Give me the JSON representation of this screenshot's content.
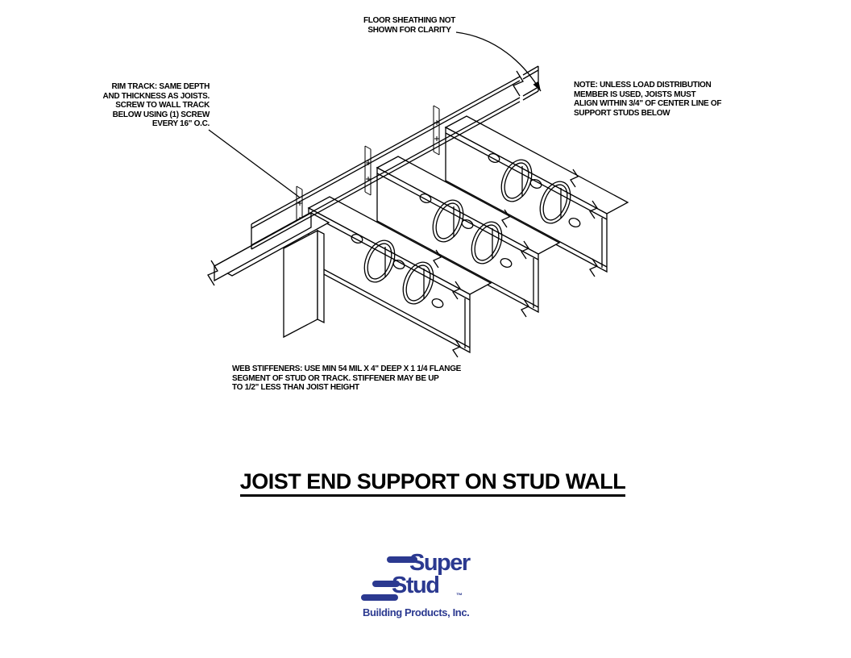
{
  "page": {
    "background": "#ffffff",
    "line_color": "#000000"
  },
  "title": {
    "text": "JOIST END SUPPORT ON STUD WALL"
  },
  "annotations": {
    "floor_sheathing": {
      "lines": [
        "FLOOR SHEATHING NOT",
        "SHOWN FOR CLARITY"
      ]
    },
    "rim_track": {
      "lines": [
        "RIM TRACK: SAME DEPTH",
        "AND THICKNESS AS JOISTS.",
        "SCREW TO WALL TRACK",
        "BELOW USING (1) SCREW",
        "EVERY 16\" O.C."
      ]
    },
    "load_distribution_note": {
      "lines": [
        "NOTE: UNLESS LOAD DISTRIBUTION",
        "MEMBER IS USED, JOISTS MUST",
        "ALIGN WITHIN 3/4\" OF CENTER LINE OF",
        "SUPPORT STUDS BELOW"
      ]
    },
    "web_stiffeners": {
      "lines": [
        "WEB STIFFENERS: USE MIN 54 MIL X 4\" DEEP X 1 1/4 FLANGE",
        "SEGMENT OF STUD OR TRACK. STIFFENER MAY BE UP",
        "TO 1/2\" LESS THAN JOIST HEIGHT"
      ]
    }
  },
  "logo": {
    "word1": "Super",
    "word2": "Stud",
    "trademark": "™",
    "tagline": "Building Products, Inc.",
    "color": "#2b3990"
  }
}
